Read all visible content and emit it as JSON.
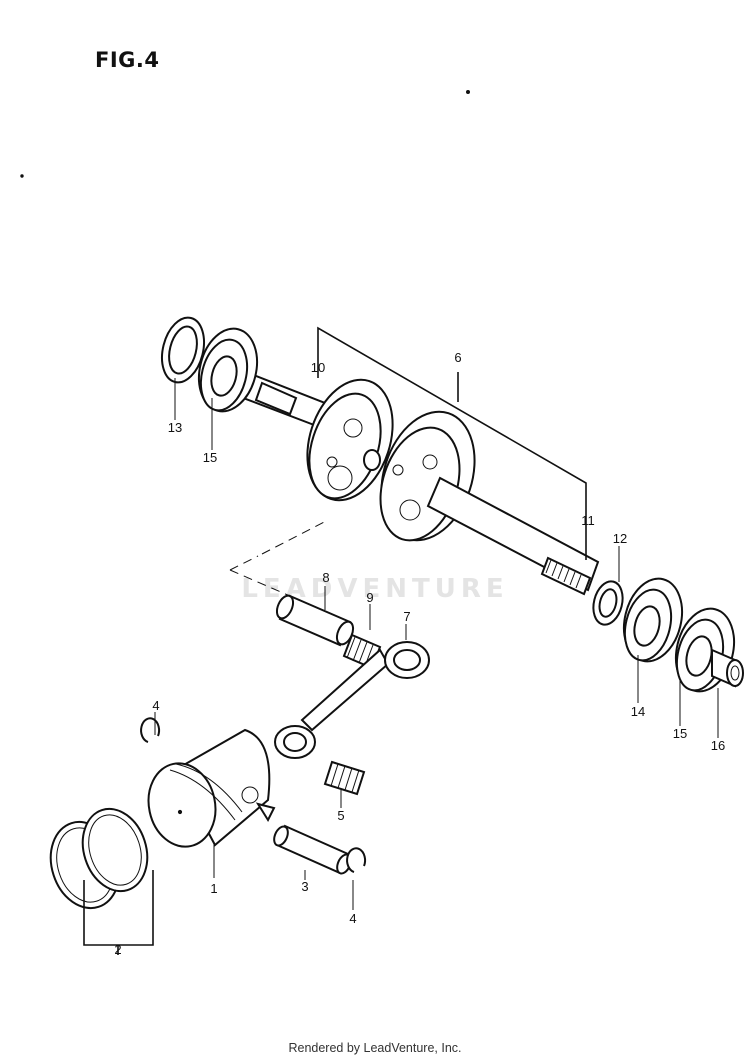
{
  "figure": {
    "title": "FIG.4",
    "watermark": "LEADVENTURE",
    "footer": "Rendered by LeadVenture, Inc.",
    "callouts": [
      {
        "id": "c1",
        "text": "1"
      },
      {
        "id": "c2",
        "text": "2"
      },
      {
        "id": "c3",
        "text": "3"
      },
      {
        "id": "c4a",
        "text": "4"
      },
      {
        "id": "c4b",
        "text": "4"
      },
      {
        "id": "c5",
        "text": "5"
      },
      {
        "id": "c6",
        "text": "6"
      },
      {
        "id": "c7",
        "text": "7"
      },
      {
        "id": "c8",
        "text": "8"
      },
      {
        "id": "c9",
        "text": "9"
      },
      {
        "id": "c10",
        "text": "10"
      },
      {
        "id": "c11",
        "text": "11"
      },
      {
        "id": "c12",
        "text": "12"
      },
      {
        "id": "c13",
        "text": "13"
      },
      {
        "id": "c14",
        "text": "14"
      },
      {
        "id": "c15a",
        "text": "15"
      },
      {
        "id": "c15b",
        "text": "15"
      },
      {
        "id": "c16",
        "text": "16"
      }
    ]
  }
}
